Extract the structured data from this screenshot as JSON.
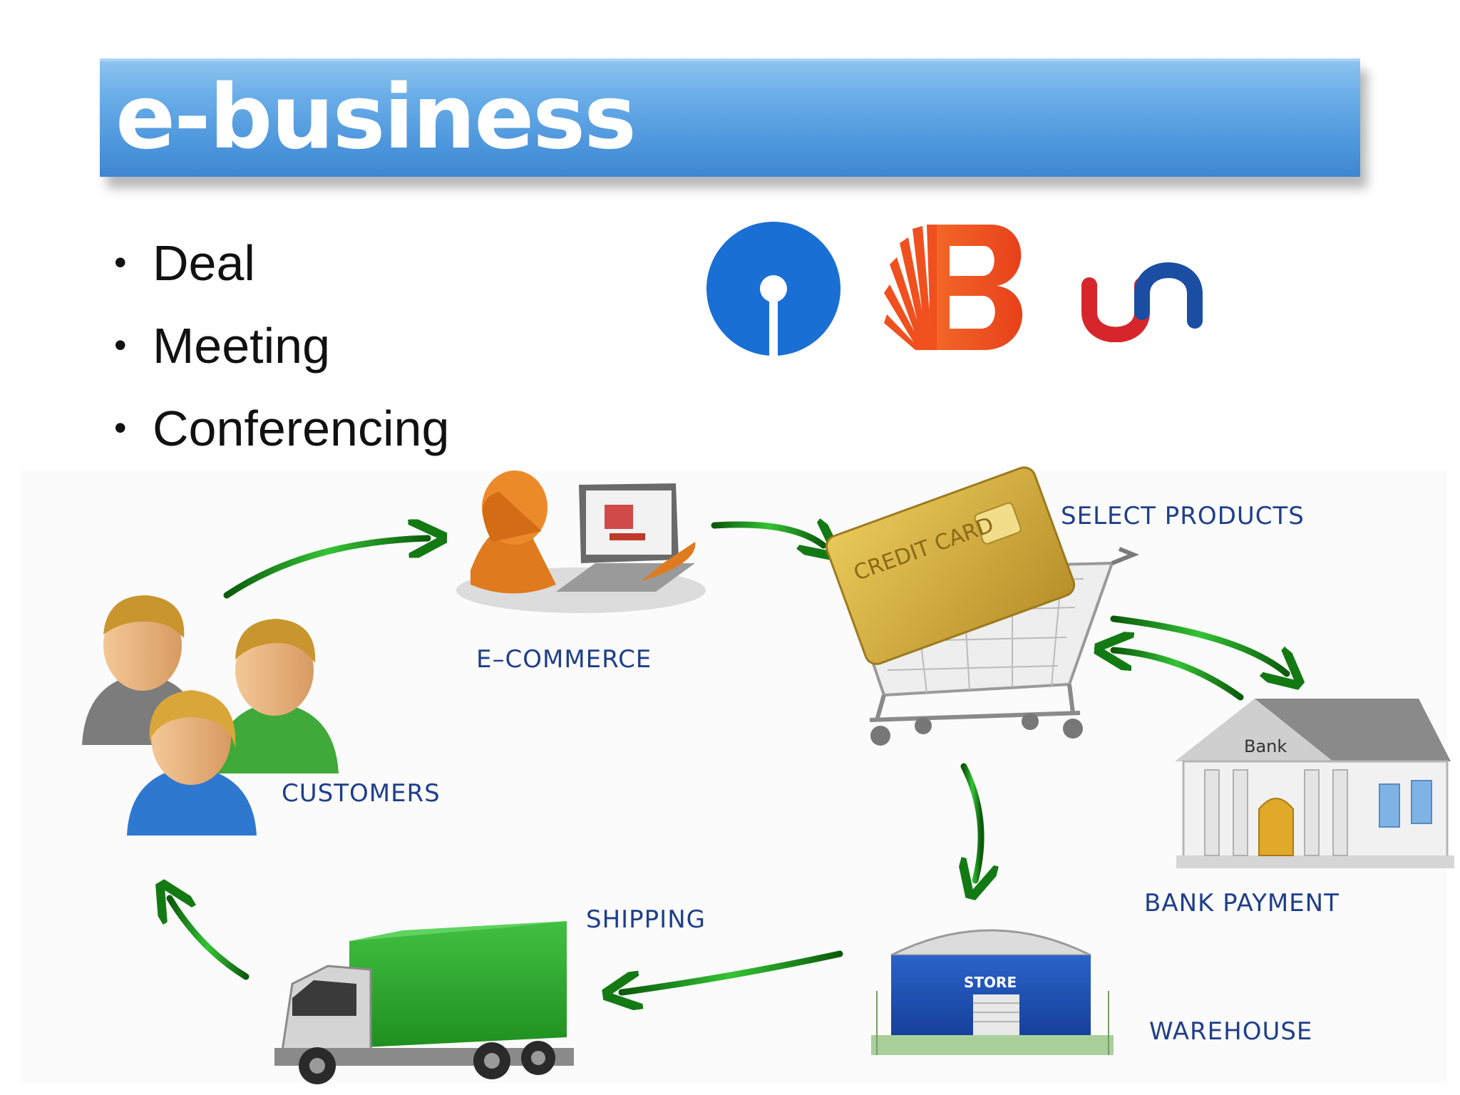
{
  "slide": {
    "title": "e-business",
    "bullets": [
      "Deal",
      "Meeting",
      "Conferencing"
    ]
  },
  "colors": {
    "title_bar": "#4f97dd",
    "label_text": "#1f3f8a",
    "arrow": "#1f9a1f",
    "sbi_blue": "#1a6fd4",
    "bob_orange": "#f0501e",
    "union_red": "#d7262b",
    "union_blue": "#1b4ea3"
  },
  "logos": [
    "sbi-logo",
    "bank-of-baroda-logo",
    "union-bank-logo"
  ],
  "diagram": {
    "nodes": {
      "customers": "CUSTOMERS",
      "ecommerce": "E–COMMERCE",
      "select_products": "SELECT PRODUCTS",
      "bank_payment": "BANK PAYMENT",
      "warehouse": "WAREHOUSE",
      "shipping": "SHIPPING"
    },
    "bank_sign": "Bank",
    "store_sign": "STORE",
    "card_text": "CREDIT CARD"
  }
}
